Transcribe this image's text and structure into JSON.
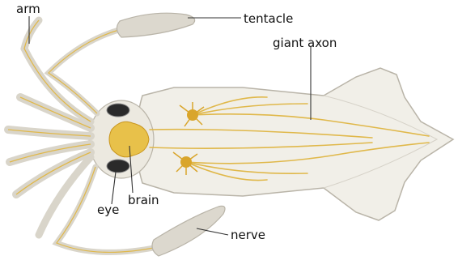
{
  "labels": {
    "arm": "arm",
    "tentacle": "tentacle",
    "giant_axon": "giant axon",
    "eye": "eye",
    "brain": "brain",
    "nerve": "nerve"
  },
  "colors": {
    "body_fill": "#f1efe8",
    "body_stroke": "#b9b4a8",
    "nerve": "#e0b84a",
    "ganglion": "#d9a52b",
    "eye": "#2a2a2a",
    "leader_line": "#333333"
  }
}
